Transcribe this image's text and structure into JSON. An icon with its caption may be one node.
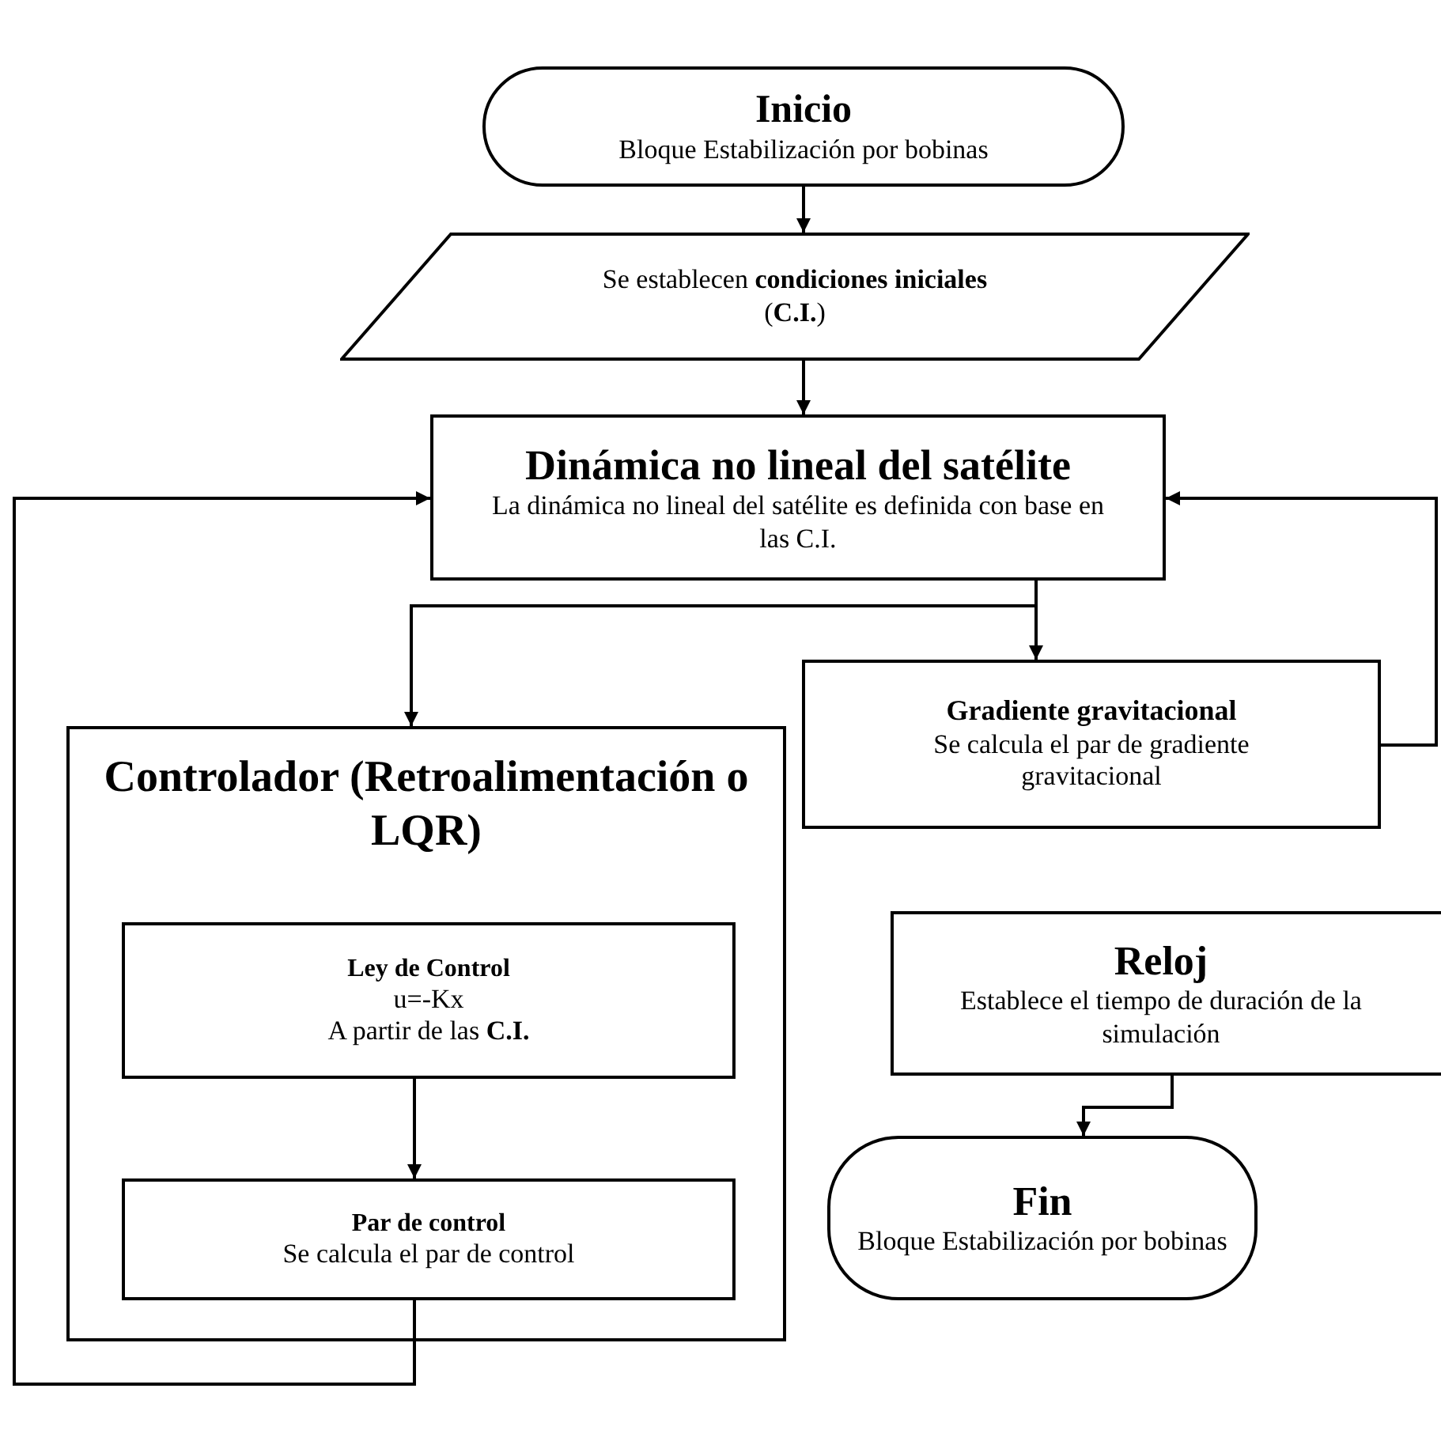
{
  "diagram": {
    "nodes": [
      {
        "text": [
          "Inicio",
          "Bloque Estabilización por bobinas"
        ]
      },
      {
        "text": [
          "Se establecen **condiciones iniciales** (**C.I.**)"
        ]
      },
      {
        "text": [
          "Dinámica no lineal del satélite",
          "La dinámica no lineal del satélite es definida con base en las C.I."
        ]
      },
      {
        "text": [
          "Controlador (Retroalimentación o LQR)"
        ]
      },
      {
        "text": [
          "Ley de Control",
          "u=-Kx",
          "A partir de las **C.I.**"
        ],
        "in": 3
      },
      {
        "text": [
          "Par de control",
          "Se calcula el par de control"
        ],
        "in": 3
      },
      {
        "text": [
          "Gradiente gravitacional",
          "Se calcula el par de gradiente gravitacional"
        ]
      },
      {
        "text": [
          "Reloj",
          "Establece el tiempo de duración de la simulación"
        ]
      },
      {
        "text": [
          "Fin",
          "Bloque Estabilización por bobinas"
        ]
      }
    ],
    "edges": [
      {
        "from": 0,
        "to": 1,
        "arrow": "to"
      },
      {
        "from": 1,
        "to": 2,
        "arrow": "to"
      },
      {
        "from": 2,
        "to": 3,
        "arrow": "to"
      },
      {
        "from": 2,
        "to": 6,
        "arrow": "to"
      },
      {
        "from": 6,
        "to": 2,
        "arrow": "to"
      },
      {
        "from": 4,
        "to": 5,
        "arrow": "to"
      },
      {
        "from": 5,
        "to": 2,
        "arrow": "to"
      },
      {
        "from": 7,
        "to": 8,
        "arrow": "to"
      }
    ]
  }
}
